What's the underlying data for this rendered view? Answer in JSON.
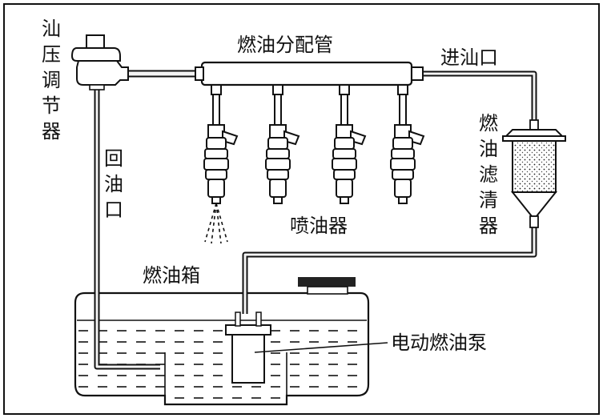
{
  "labels": {
    "regulator": "汕压调节器",
    "return_line": "回油口",
    "fuel_rail": "燃油分配管",
    "inlet": "进汕口",
    "filter": "燃油滤清器",
    "injectors": "喷油器",
    "tank": "燃油箱",
    "pump": "电动燃油泵"
  },
  "injector_count": 4,
  "colors": {
    "line": "#111111",
    "pipe": "#f4f4f4",
    "background": "#ffffff",
    "filter_media": "#d9d9d9"
  }
}
